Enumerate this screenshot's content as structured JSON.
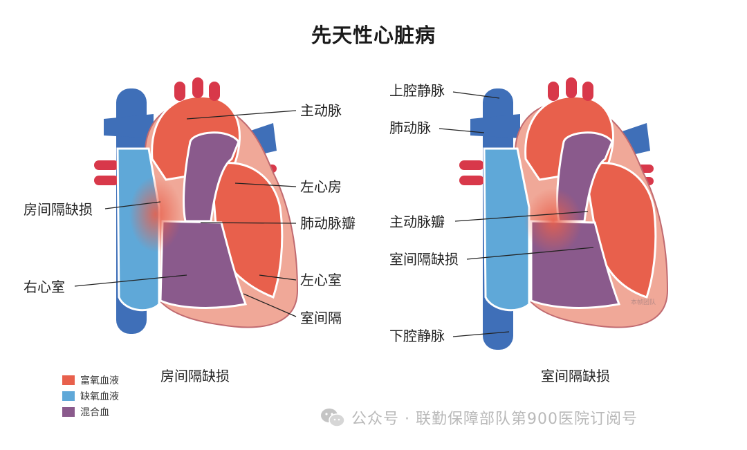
{
  "title": "先天性心脏病",
  "left_diagram": {
    "caption": "房间隔缺损",
    "labels": {
      "aorta": "主动脉",
      "left_atrium": "左心房",
      "asd": "房间隔缺损",
      "pulmonary_valve": "肺动脉瓣",
      "right_ventricle": "右心室",
      "left_ventricle": "左心室",
      "septum": "室间隔"
    }
  },
  "right_diagram": {
    "caption": "室间隔缺损",
    "labels": {
      "svc": "上腔静脉",
      "pulmonary_artery": "肺动脉",
      "aortic_valve": "主动脉瓣",
      "vsd": "室间隔缺损",
      "ivc": "下腔静脉"
    },
    "artist_mark": "本帧团队"
  },
  "legend": [
    {
      "label": "富氧血液",
      "color": "#e8604c"
    },
    {
      "label": "缺氧血液",
      "color": "#5fa8d8"
    },
    {
      "label": "混合血",
      "color": "#8a5a8c"
    }
  ],
  "colors": {
    "oxygenated": "#e8604c",
    "deoxygenated": "#5fa8d8",
    "mixed": "#8a5a8c",
    "vein_dark": "#3f6fb8",
    "muscle": "#f0a898"
  },
  "watermark": {
    "text": "公众号 · 联勤保障部队第900医院订阅号",
    "icon": "wechat-icon"
  }
}
